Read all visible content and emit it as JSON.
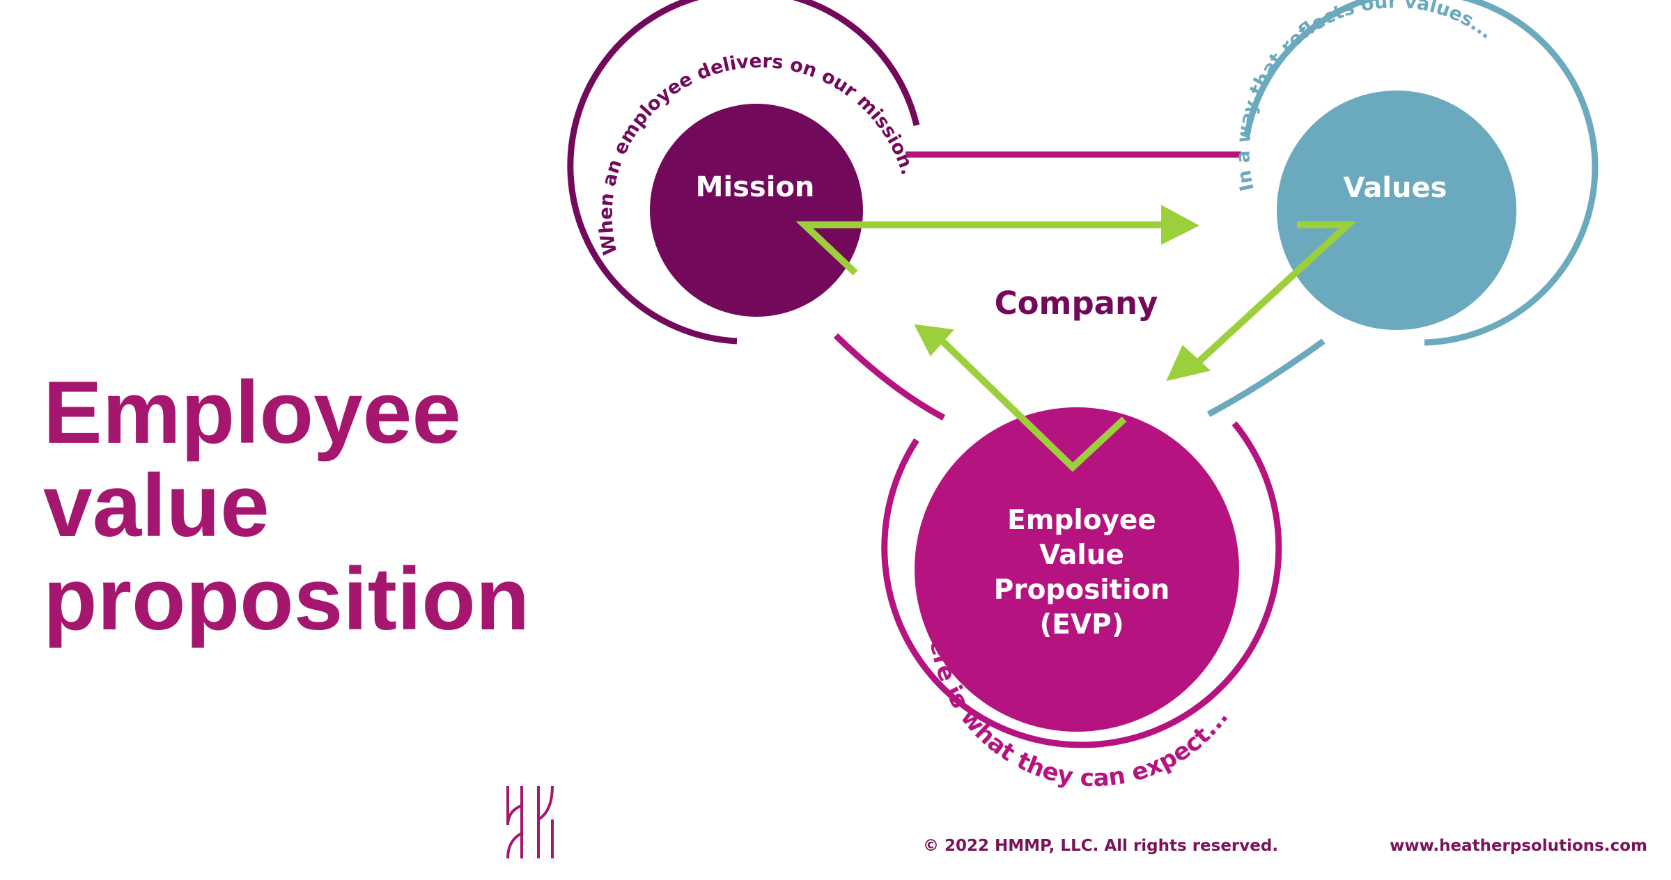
{
  "slide": {
    "title_lines": [
      "Employee",
      "value",
      "proposition"
    ]
  },
  "diagram": {
    "center_label": "Company",
    "nodes": {
      "mission": {
        "label": "Mission",
        "arc_text": "When an employee delivers on our mission..."
      },
      "values": {
        "label": "Values",
        "arc_text": "In a way that reflects our values..."
      },
      "evp": {
        "label_lines": [
          "Employee",
          "Value",
          "Proposition",
          "(EVP)"
        ],
        "arc_text": "Here is what they can expect..."
      }
    },
    "colors": {
      "mission": "#73095a",
      "values": "#6aa9be",
      "evp": "#b51380",
      "arrows": "#9ccf3c",
      "title": "#a5176f"
    }
  },
  "footer": {
    "copyright": "© 2022 HMMP, LLC. All rights reserved.",
    "website": "www.heatherpsolutions.com"
  },
  "logo": {
    "icon": "hmmp-h-logo-icon"
  }
}
